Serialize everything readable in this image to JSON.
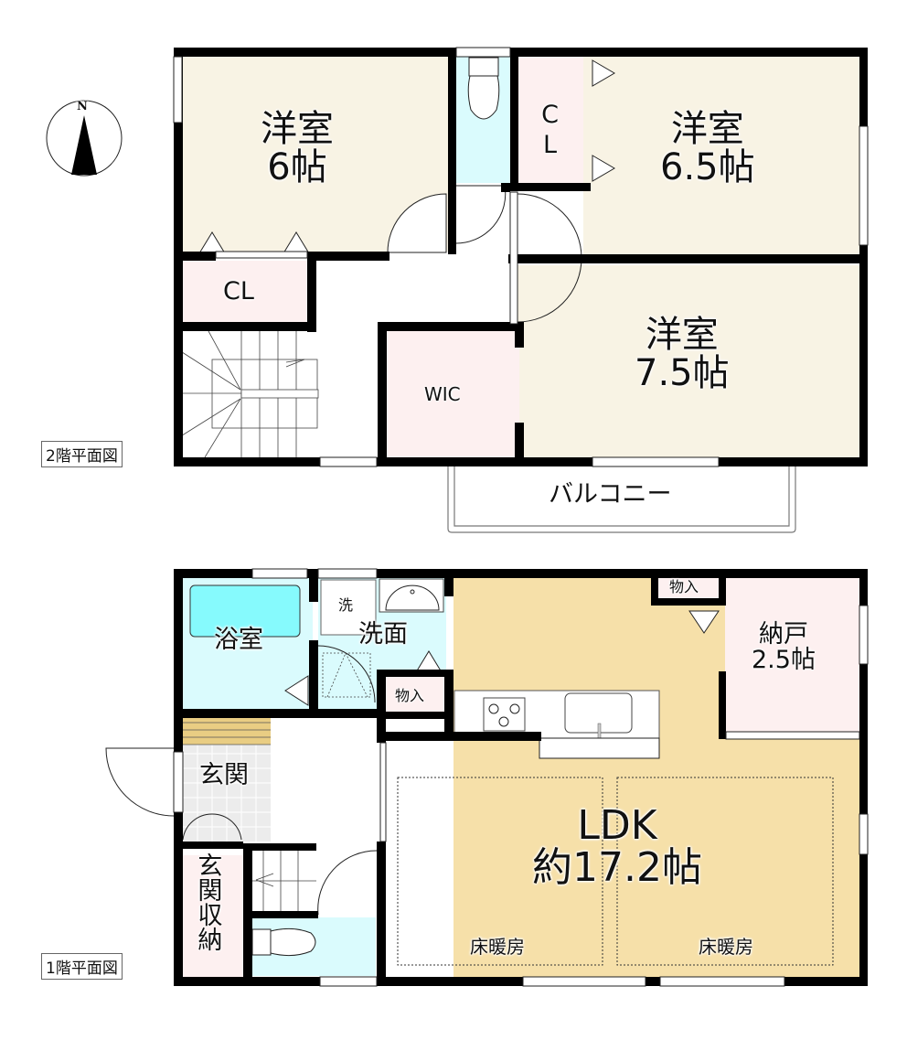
{
  "compass": {
    "label": "N",
    "icon": "north-arrow-icon"
  },
  "colors": {
    "wall": "#000000",
    "western_room": "#f8f3e4",
    "closet": "#fdf0f0",
    "wet_area": "#dafbfd",
    "bathtub": "#86fafd",
    "ldk": "#f6e0a9",
    "genkan_tile": "#ececec",
    "step": "#e9cd83"
  },
  "floor2": {
    "tag": "2階平面図",
    "rooms": [
      {
        "id": "western-6",
        "name": "洋室",
        "size": "6帖"
      },
      {
        "id": "western-6-5",
        "name": "洋室",
        "size": "6.5帖"
      },
      {
        "id": "western-7-5",
        "name": "洋室",
        "size": "7.5帖"
      },
      {
        "id": "closet-1",
        "name": "CL"
      },
      {
        "id": "closet-2",
        "name": "CL"
      },
      {
        "id": "wic",
        "name": "WIC"
      },
      {
        "id": "toilet-2f",
        "name": ""
      }
    ],
    "balcony": "バルコニー"
  },
  "floor1": {
    "tag": "1階平面図",
    "rooms": [
      {
        "id": "bath",
        "name": "浴室"
      },
      {
        "id": "washroom",
        "name": "洗面"
      },
      {
        "id": "washer",
        "name": "洗"
      },
      {
        "id": "storage-1",
        "name": "物入"
      },
      {
        "id": "storage-2",
        "name": "物入"
      },
      {
        "id": "nando",
        "name": "納戸",
        "size": "2.5帖"
      },
      {
        "id": "genkan",
        "name": "玄関"
      },
      {
        "id": "genkan-storage",
        "name": "玄関収納"
      },
      {
        "id": "ldk",
        "name": "LDK",
        "size": "約17.2帖"
      }
    ],
    "floor_heating": [
      "床暖房",
      "床暖房"
    ]
  }
}
